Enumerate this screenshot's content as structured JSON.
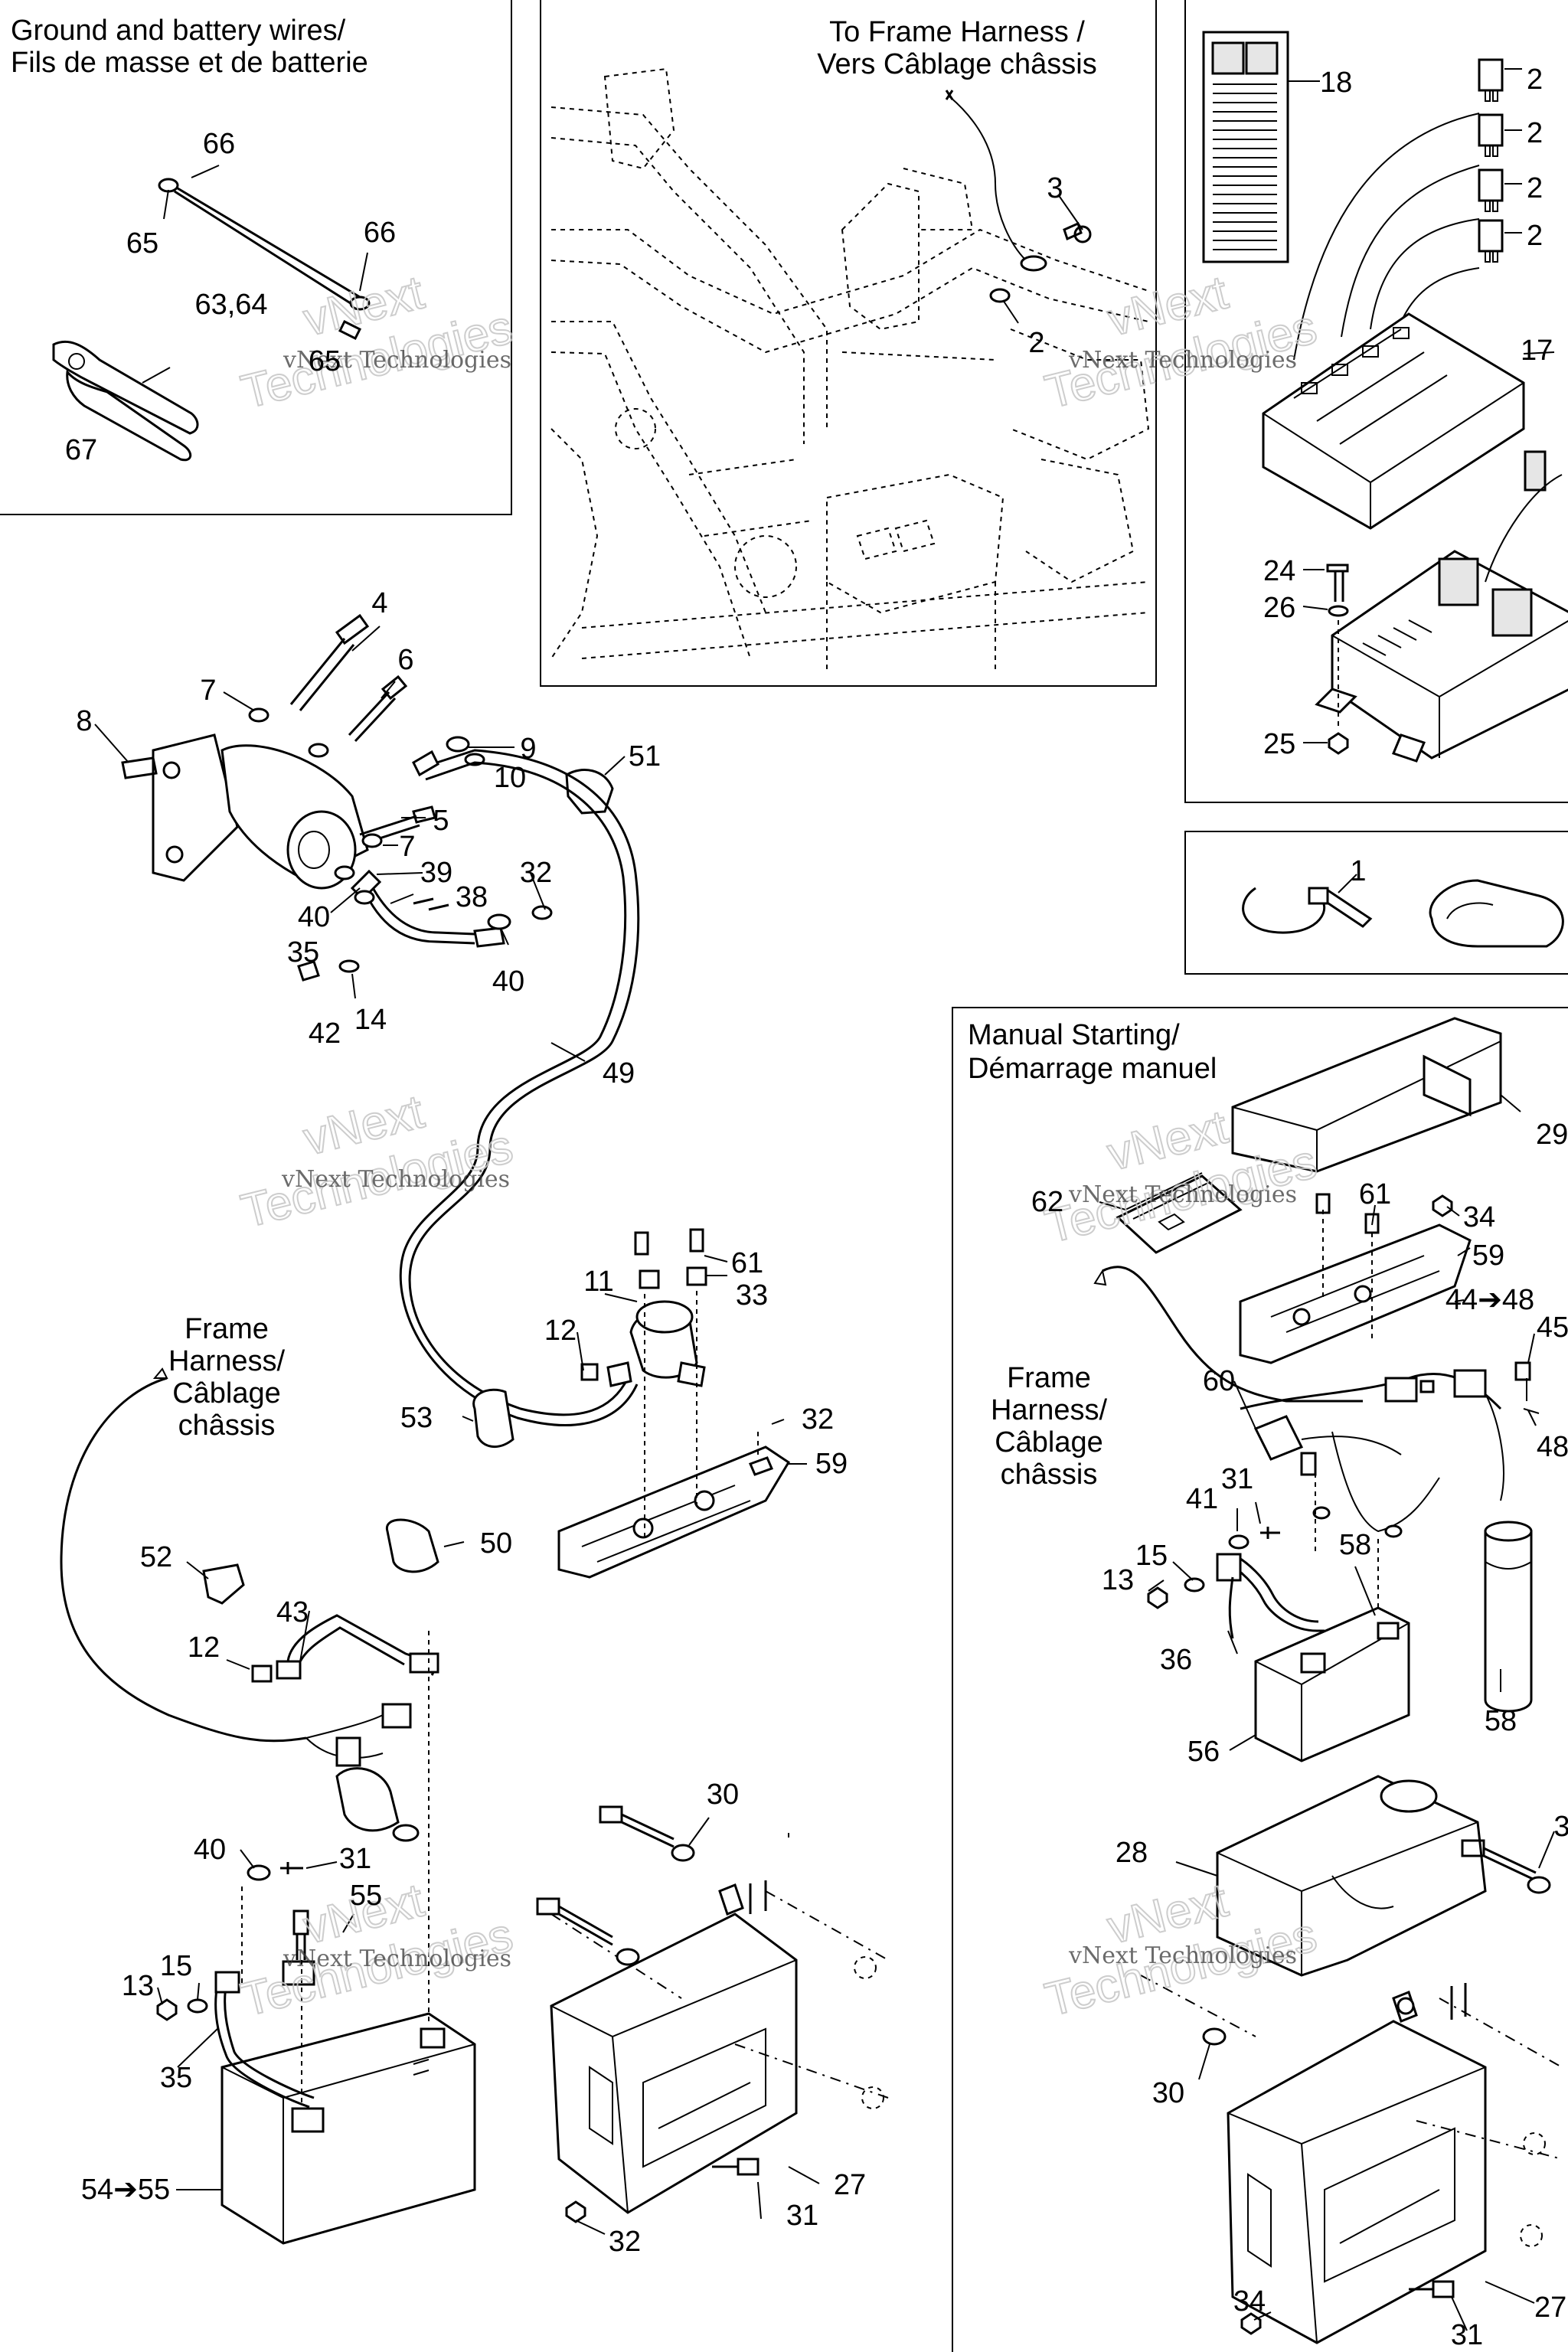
{
  "headings": {
    "ground_battery": [
      "Ground and battery wires/",
      "Fils de masse et de batterie"
    ],
    "to_frame_harness": [
      "To Frame Harness /",
      "Vers Câblage châssis"
    ],
    "frame_harness_left": [
      "Frame",
      "Harness/",
      "Câblage",
      "châssis"
    ],
    "manual_starting": [
      "Manual Starting/",
      "Démarrage manuel"
    ],
    "frame_harness_right": [
      "Frame",
      "Harness/",
      "Câblage",
      "châssis"
    ]
  },
  "watermarks": [
    {
      "line1": "vNext",
      "line2": "Technologies",
      "line3": "vNext Technologies"
    }
  ],
  "callouts": {
    "c66a": "66",
    "c65": "65",
    "c66b": "66",
    "c6364": "63,64",
    "c65b": "65",
    "c67": "67",
    "c3": "3",
    "c2": "2",
    "c18": "18",
    "c2a": "2",
    "c2b": "2",
    "c2c": "2",
    "c2d": "2",
    "c17": "17",
    "c24": "24",
    "c26": "26",
    "c25": "25",
    "c1": "1",
    "c4": "4",
    "c7a": "7",
    "c6": "6",
    "c8": "8",
    "c9": "9",
    "c10": "10",
    "c51": "51",
    "c5": "5",
    "c7b": "7",
    "c39": "39",
    "c32a": "32",
    "c38": "38",
    "c40a": "40",
    "c35a": "35",
    "c40b": "40",
    "c42": "42",
    "c14": "14",
    "c49": "49",
    "c61a": "61",
    "c33": "33",
    "c11": "11",
    "c12a": "12",
    "c53": "53",
    "c32b": "32",
    "c59a": "59",
    "c50": "50",
    "c52": "52",
    "c43": "43",
    "c12b": "12",
    "c40c": "40",
    "c31a": "31",
    "c55": "55",
    "c13a": "13",
    "c15a": "15",
    "c35b": "35",
    "c5455": "54➔55",
    "c30a": "30",
    "c27a": "27",
    "c31b": "31",
    "c32c": "32",
    "c29": "29",
    "c62": "62",
    "c61b": "61",
    "c34a": "34",
    "c59b": "59",
    "c4448": "44➔48",
    "c45": "45",
    "c60": "60",
    "c48": "48",
    "c31c": "31",
    "c41": "41",
    "c58a": "58",
    "c15b": "15",
    "c13b": "13",
    "c36": "36",
    "c56": "56",
    "c58b": "58",
    "c28": "28",
    "c3r": "3",
    "c30b": "30",
    "c27b": "27",
    "c34b": "34",
    "c31d": "31"
  }
}
